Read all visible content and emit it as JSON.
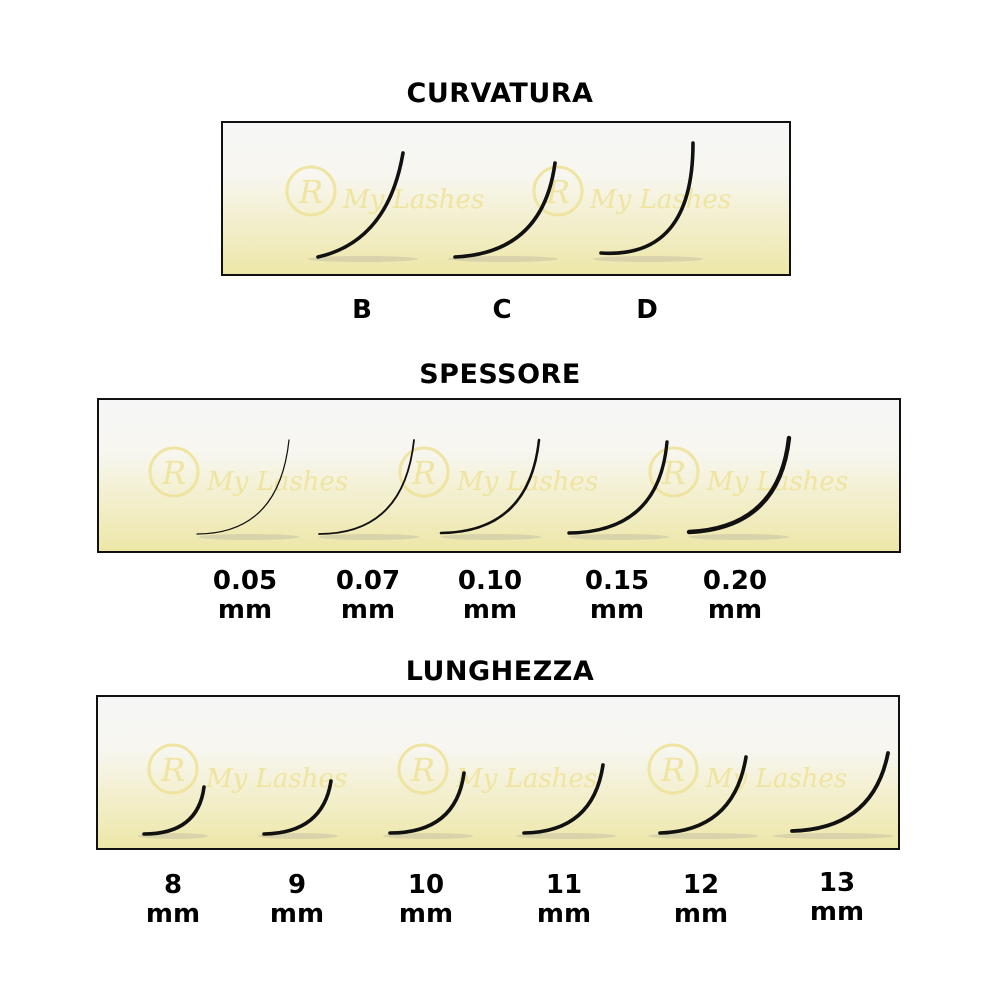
{
  "sections": {
    "curvatura": {
      "title": "CURVATURA",
      "watermark": [
        "R My Lashes",
        "R My Lashes"
      ],
      "items": [
        {
          "label": "B"
        },
        {
          "label": "C"
        },
        {
          "label": "D"
        }
      ]
    },
    "spessore": {
      "title": "SPESSORE",
      "watermark": [
        "R My Lashes",
        "R My Lashes",
        "R My Lashes"
      ],
      "items": [
        {
          "value": "0.05",
          "unit": "mm"
        },
        {
          "value": "0.07",
          "unit": "mm"
        },
        {
          "value": "0.10",
          "unit": "mm"
        },
        {
          "value": "0.15",
          "unit": "mm"
        },
        {
          "value": "0.20",
          "unit": "mm"
        }
      ]
    },
    "lunghezza": {
      "title": "LUNGHEZZA",
      "watermark": [
        "R My Lashes",
        "R My Lashes",
        "R My Lashes"
      ],
      "items": [
        {
          "value": "8",
          "unit": "mm"
        },
        {
          "value": "9",
          "unit": "mm"
        },
        {
          "value": "10",
          "unit": "mm"
        },
        {
          "value": "11",
          "unit": "mm"
        },
        {
          "value": "12",
          "unit": "mm"
        },
        {
          "value": "13",
          "unit": "mm"
        }
      ]
    }
  },
  "colors": {
    "lash": "#111111",
    "watermark": "#efe39a",
    "panel_border": "#111111",
    "panel_glow": "#ede7a8"
  },
  "icons": {
    "lash": "eyelash-curve-icon",
    "logo": "my-lashes-watermark-logo"
  }
}
